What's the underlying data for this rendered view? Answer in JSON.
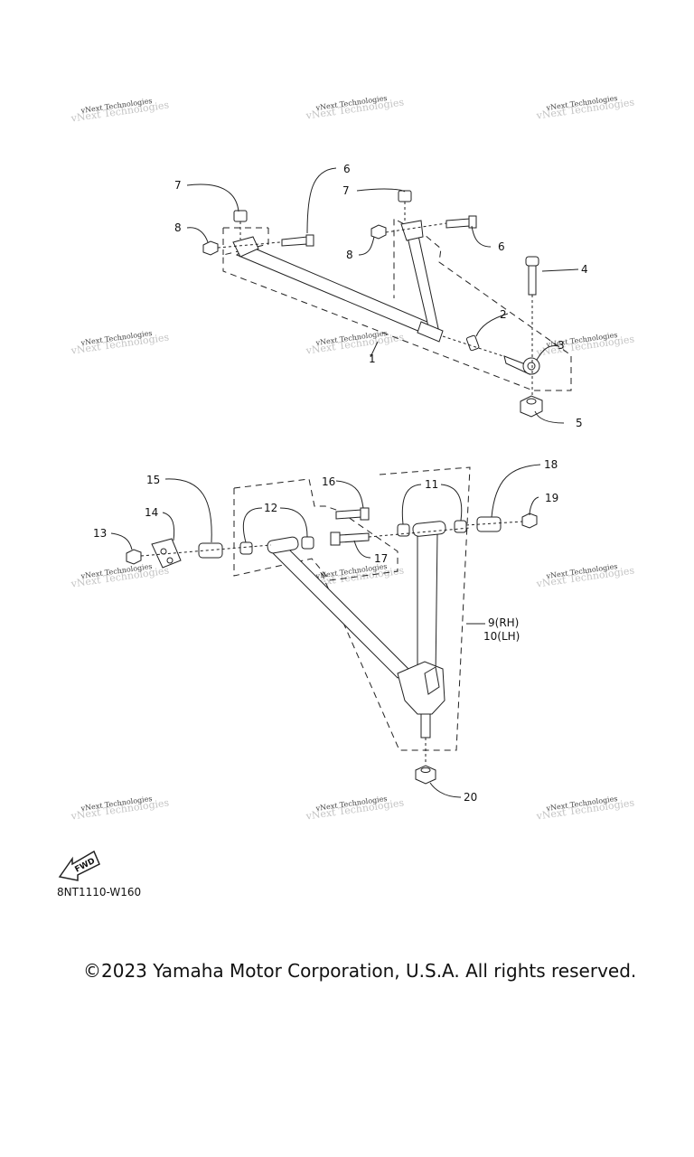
{
  "watermark_text": "vNext Technologies",
  "diagram_code": "8NT1110-W160",
  "fwd_label": "FWD",
  "copyright": "©2023 Yamaha Motor Corporation, U.S.A. All rights reserved.",
  "callouts": {
    "c1": "1",
    "c2": "2",
    "c3": "3",
    "c4": "4",
    "c5": "5",
    "c6a": "6",
    "c6b": "6",
    "c7a": "7",
    "c7b": "7",
    "c8a": "8",
    "c8b": "8",
    "c9": "9(RH)",
    "c10": "10(LH)",
    "c11": "11",
    "c12": "12",
    "c13": "13",
    "c14": "14",
    "c15": "15",
    "c16": "16",
    "c17": "17",
    "c18": "18",
    "c19": "19",
    "c20": "20"
  }
}
